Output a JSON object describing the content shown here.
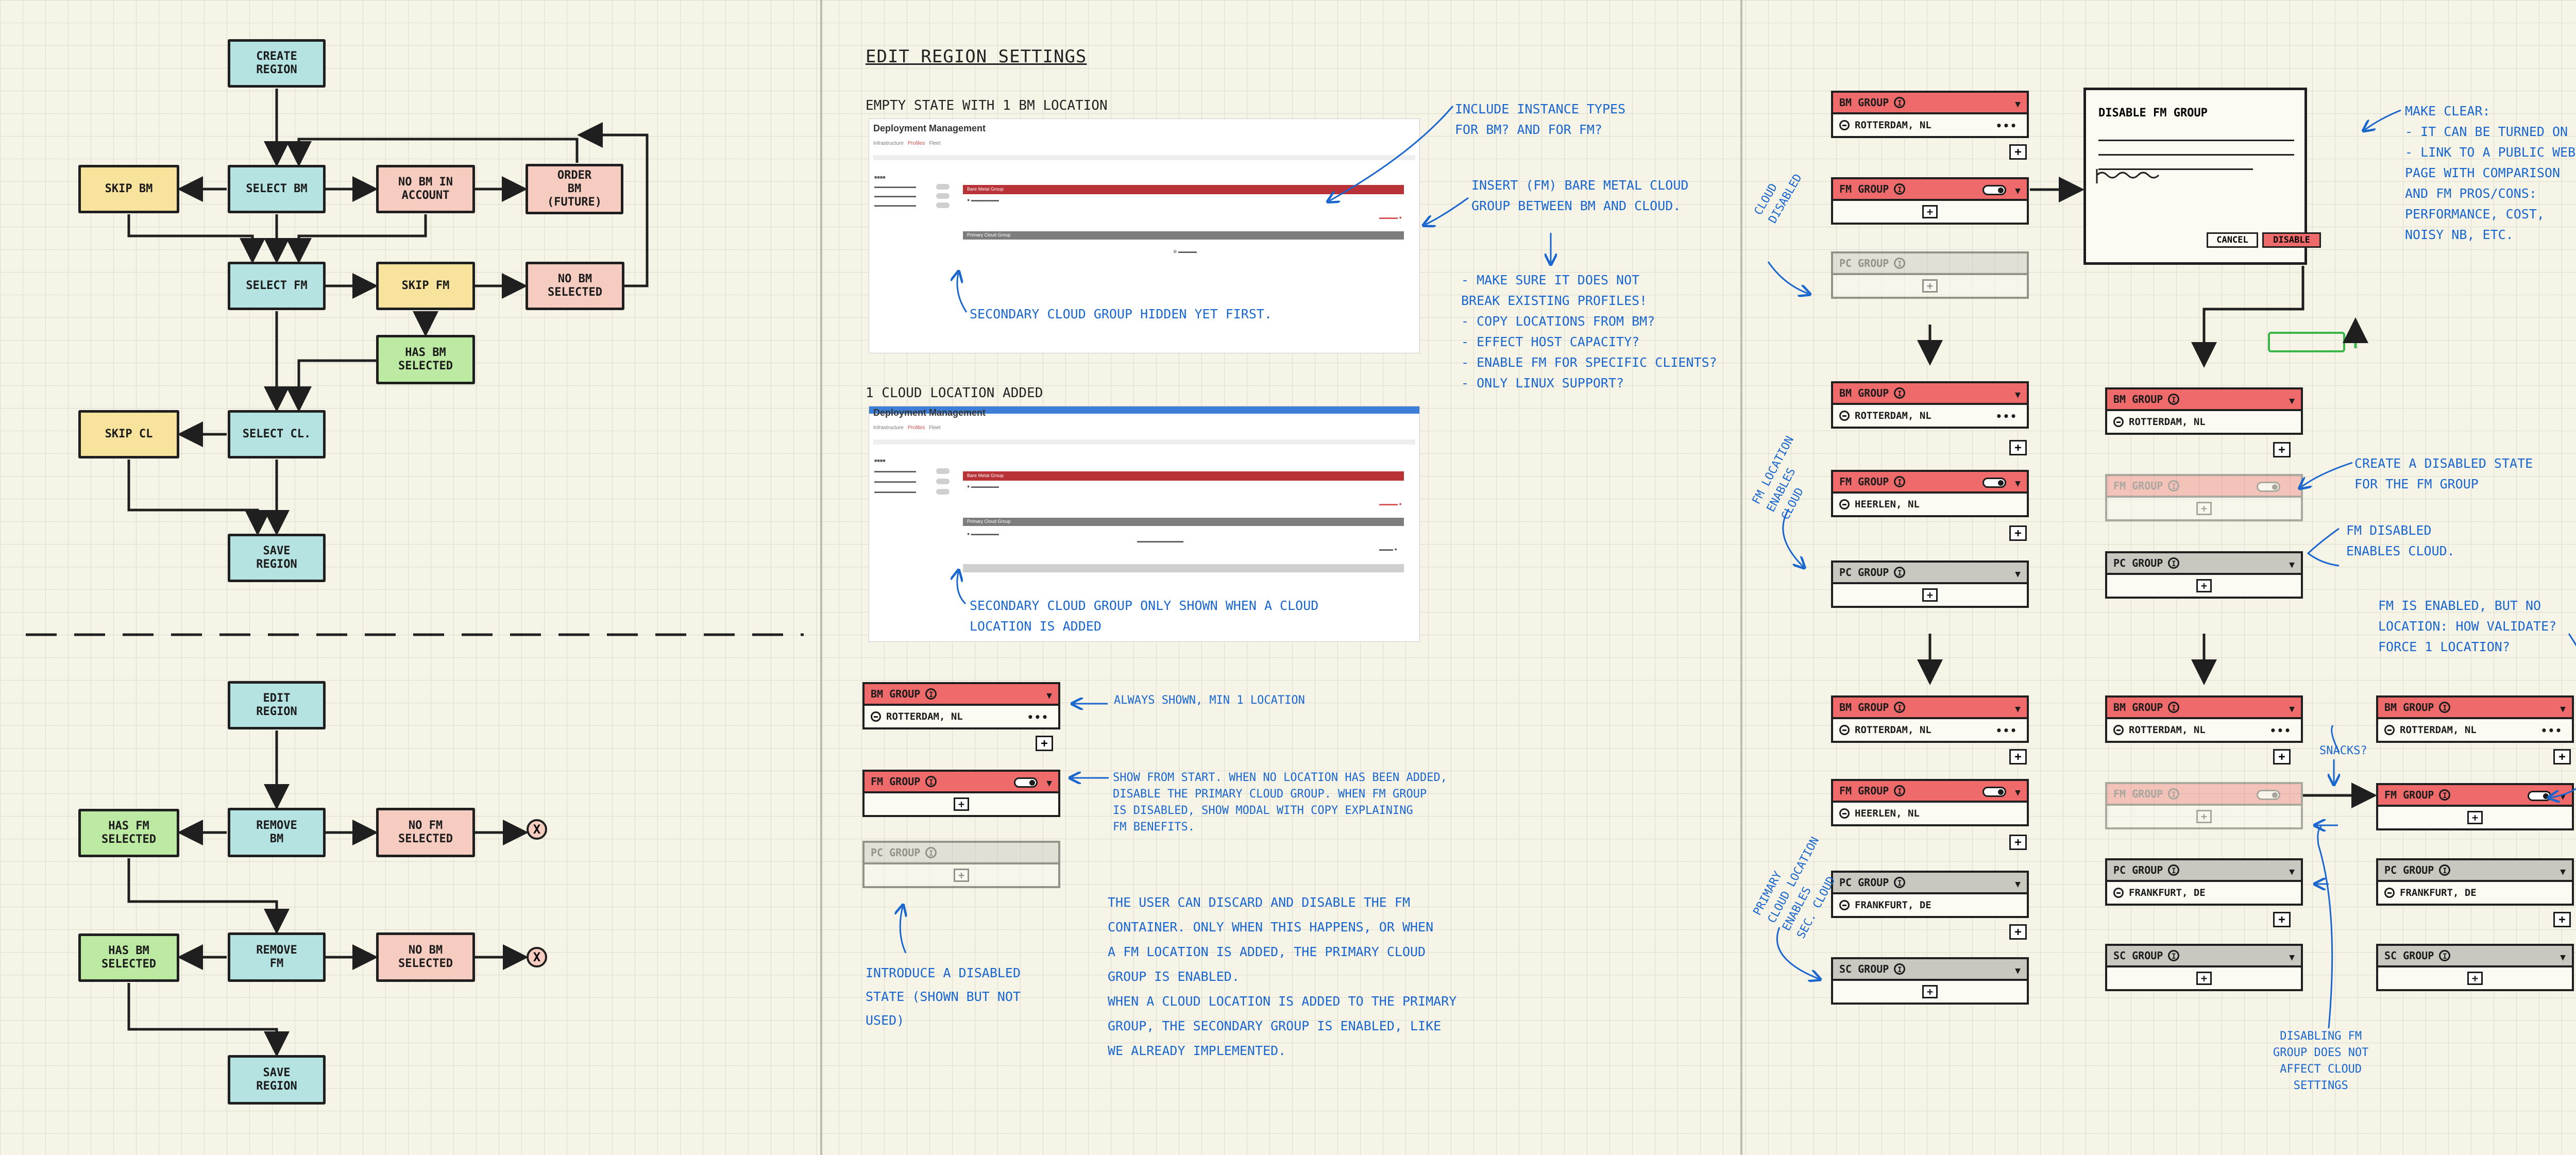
{
  "flow_top": {
    "create_region": "CREATE\nREGION",
    "skip_bm": "SKIP BM",
    "select_bm": "SELECT BM",
    "no_bm_in_account": "NO BM IN\nACCOUNT",
    "order_bm": "ORDER\nBM\n(FUTURE)",
    "select_fm": "SELECT FM",
    "skip_fm": "SKIP FM",
    "no_bm_selected": "NO BM\nSELECTED",
    "has_bm_selected": "HAS BM\nSELECTED",
    "skip_cl": "SKIP CL",
    "select_cl": "SELECT CL.",
    "save_region": "SAVE\nREGION"
  },
  "flow_bottom": {
    "edit_region": "EDIT\nREGION",
    "has_fm_selected": "HAS FM\nSELECTED",
    "remove_bm": "REMOVE\nBM",
    "no_fm_selected": "NO FM\nSELECTED",
    "has_bm_selected": "HAS BM\nSELECTED",
    "remove_fm": "REMOVE\nFM",
    "no_bm_selected": "NO BM\nSELECTED",
    "save_region": "SAVE\nREGION",
    "x_mark": "X"
  },
  "middle": {
    "title": "EDIT REGION SETTINGS",
    "empty_state_title": "EMPTY STATE WITH 1 BM LOCATION",
    "cloud_added_title": "1 CLOUD LOCATION ADDED",
    "screenshot": {
      "header": "Deployment Management",
      "tab_1": "Infrastructure",
      "tab_2": "Profiles",
      "tab_3": "Fleet",
      "bm_bar": "Bare Metal Group",
      "pc_bar": "Primary Cloud Group"
    },
    "note_secondary_hidden": "SECONDARY CLOUD GROUP HIDDEN YET FIRST.",
    "note_secondary_shown": "SECONDARY CLOUD GROUP ONLY SHOWN WHEN A CLOUD\nLOCATION IS ADDED",
    "note_instance_types": "INCLUDE INSTANCE TYPES\nFOR BM? AND FOR FM?",
    "note_insert_fm": "INSERT (FM) BARE METAL CLOUD\nGROUP BETWEEN BM AND CLOUD.",
    "checklist": [
      "- MAKE SURE IT DOES NOT\n  BREAK EXISTING PROFILES!",
      "- COPY LOCATIONS FROM BM?",
      "- EFFECT HOST CAPACITY?",
      "- ENABLE FM FOR SPECIFIC CLIENTS?",
      "- ONLY LINUX SUPPORT?"
    ],
    "note_always_shown": "ALWAYS SHOWN, MIN 1 LOCATION",
    "note_show_from_start": "SHOW FROM START. WHEN NO LOCATION HAS BEEN ADDED,\nDISABLE THE PRIMARY CLOUD GROUP. WHEN FM GROUP\nIS DISABLED, SHOW MODAL WITH COPY EXPLAINING\nFM BENEFITS.",
    "note_user_discard": "THE USER CAN DISCARD AND DISABLE THE FM\nCONTAINER. ONLY WHEN THIS HAPPENS, OR WHEN\nA FM LOCATION IS ADDED, THE PRIMARY CLOUD\nGROUP IS ENABLED.\nWHEN A CLOUD LOCATION IS ADDED TO THE PRIMARY\nGROUP, THE SECONDARY GROUP IS ENABLED, LIKE\nWE ALREADY IMPLEMENTED.",
    "note_introduce_disabled": "INTRODUCE A DISABLED\nSTATE (SHOWN BUT NOT\nUSED)"
  },
  "groups": {
    "bm": "BM GROUP",
    "fm": "FM GROUP",
    "pc": "PC GROUP",
    "sc": "SC GROUP",
    "info": "i",
    "arrow": "▼",
    "plus": "+",
    "dots": "•••",
    "rotterdam": "ROTTERDAM, NL",
    "heerlen": "HEERLEN, NL",
    "frankfurt": "FRANKFURT, DE"
  },
  "right": {
    "note_cloud_disabled": "CLOUD\nDISABLED",
    "note_fm_location_enables": "FM LOCATION\nENABLES\nCLOUD",
    "note_primary_cloud": "PRIMARY\nCLOUD LOCATION\nENABLES\nSEC. CLOUD",
    "modal_title": "DISABLE FM GROUP",
    "modal_cancel": "CANCEL",
    "modal_disable": "DISABLE",
    "note_make_clear": "MAKE CLEAR:\n- IT CAN BE TURNED ON\n- LINK TO A PUBLIC WEB\n  PAGE WITH COMPARISON\n  AND FM PROS/CONS:\n  PERFORMANCE, COST,\n  NOISY NB, ETC.",
    "note_create_disabled": "CREATE A DISABLED STATE\nFOR THE FM GROUP",
    "note_fm_disabled": "FM DISABLED\nENABLES CLOUD.",
    "note_fm_enabled": "FM IS ENABLED, BUT NO\nLOCATION: HOW VALIDATE?\nFORCE 1 LOCATION?",
    "note_snacks": "SNACKS?",
    "note_disabling_fm": "DISABLING FM\nGROUP DOES NOT\nAFFECT CLOUD\nSETTINGS"
  }
}
